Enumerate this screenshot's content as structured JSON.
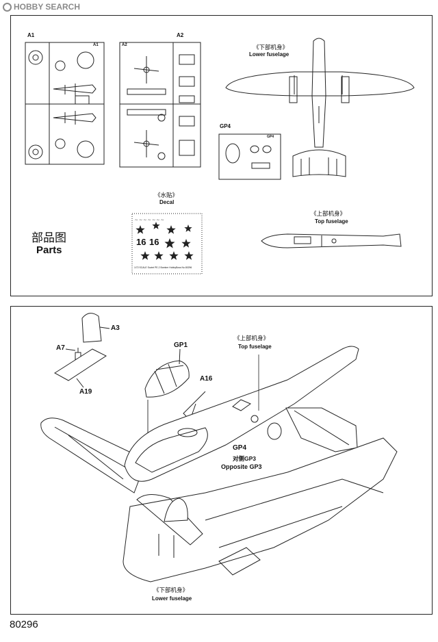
{
  "watermark": {
    "brand": "HOBBY",
    "name": "SEARCH"
  },
  "parts_panel": {
    "sprue_a1_label": "A1",
    "sprue_a2_label": "A2",
    "sprue_a1_tag": "A1",
    "sprue_a2_tag": "A2",
    "lower_fuselage_cn": "《下部机身》",
    "lower_fuselage_en": "Lower fuselage",
    "gp4_label": "GP4",
    "gp4_tag": "GP4",
    "decal_cn": "《水贴》",
    "decal_en": "Decal",
    "decal_numbers": "16",
    "decal_caption": "1/72 SCALE  Soviet PE-2 Bomber  HobbyBoss  No.80296",
    "top_fuselage_cn": "《上部机身》",
    "top_fuselage_en": "Top fuselage",
    "parts_cn": "部品图",
    "parts_en": "Parts"
  },
  "assembly_panel": {
    "a3": "A3",
    "a7": "A7",
    "a19": "A19",
    "gp1": "GP1",
    "a16": "A16",
    "top_fuselage_cn": "《上部机身》",
    "top_fuselage_en": "Top fuselage",
    "gp4": "GP4",
    "opposite_cn": "对侧GP3",
    "opposite_en": "Opposite GP3",
    "lower_fuselage_cn": "《下部机身》",
    "lower_fuselage_en": "Lower fuselage"
  },
  "footer": {
    "kit_number": "80296"
  }
}
